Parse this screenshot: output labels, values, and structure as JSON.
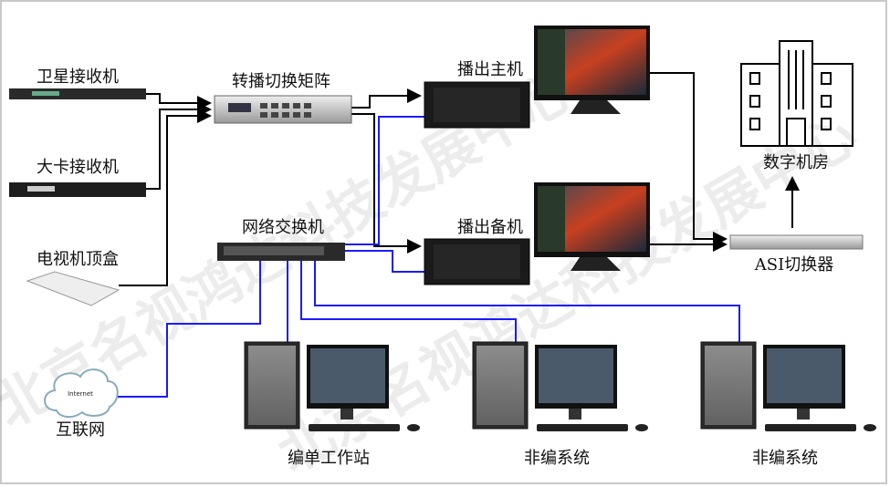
{
  "watermark": "北京名视鸿达科技发展中心",
  "nodes": {
    "satellite_receiver": "卫星接收机",
    "card_receiver": "大卡接收机",
    "set_top_box": "电视机顶盒",
    "matrix": "转播切换矩阵",
    "network_switch": "网络交换机",
    "main_playout": "播出主机",
    "backup_playout": "播出备机",
    "digital_room": "数字机房",
    "asi_switcher": "ASI切换器",
    "internet": "互联网",
    "internet_cloud_text": "Internet",
    "edit_station": "编单工作站",
    "nle_1": "非编系统",
    "nle_2": "非编系统"
  },
  "colors": {
    "signal_line": "#000000",
    "network_line": "#1a1aff",
    "frame": "#c8c8c8"
  }
}
